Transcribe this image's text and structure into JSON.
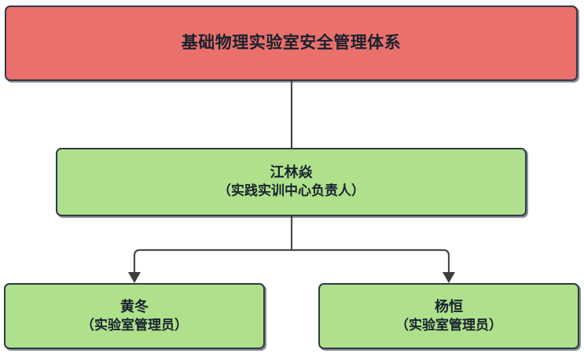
{
  "diagram": {
    "type": "organizational-hierarchy",
    "background_color": "#ffffff",
    "root": {
      "title": "基础物理实验室安全管理体系",
      "fill_color": "#ea706c",
      "border_color": "#2e3a46"
    },
    "manager": {
      "name": "江林焱",
      "role": "（实践实训中心负责人）",
      "fill_color": "#afe08b",
      "border_color": "#2e3a46"
    },
    "staff": [
      {
        "name": "黄冬",
        "role": "（实验室管理员）",
        "fill_color": "#afe08b",
        "border_color": "#2e3a46"
      },
      {
        "name": "杨恒",
        "role": "（实验室管理员）",
        "fill_color": "#afe08b",
        "border_color": "#2e3a46"
      }
    ],
    "connectors": {
      "line_color": "#4a4a4a",
      "root_to_manager": "plain-line",
      "manager_to_staff": "elbow-line-with-arrowhead"
    }
  }
}
